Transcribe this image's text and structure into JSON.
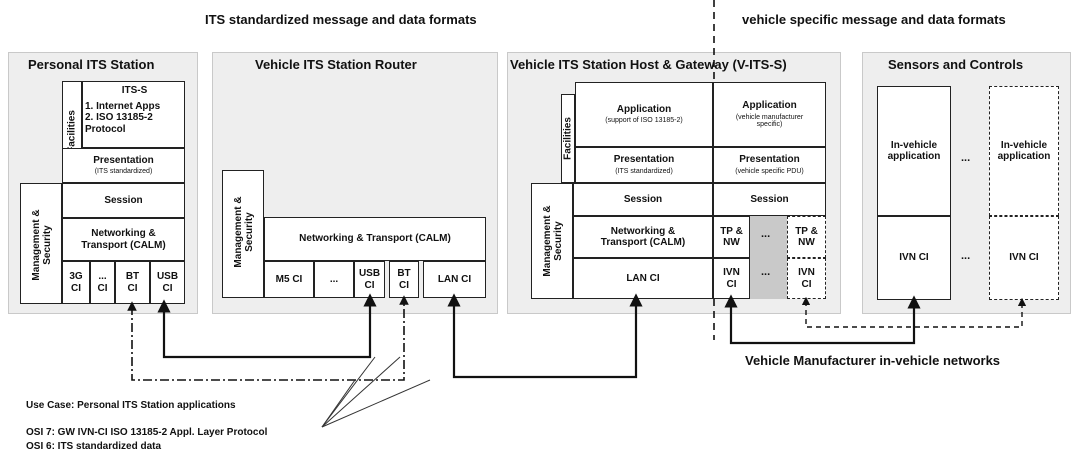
{
  "headers": {
    "left": "ITS standardized message and data formats",
    "right": "vehicle specific message and data formats"
  },
  "personal": {
    "title": "Personal ITS Station",
    "mgmt": "Management & Security",
    "facilities": "Facilities",
    "its_s": "ITS-S",
    "apps_line1": "1. Internet Apps",
    "apps_line2": "2. ISO 13185-2",
    "apps_line3": "Protocol",
    "presentation": "Presentation",
    "presentation_sub": "(ITS standardized)",
    "session": "Session",
    "networking_line1": "Networking &",
    "networking_line2": "Transport (CALM)",
    "ci": [
      {
        "top": "3G",
        "bottom": "CI"
      },
      {
        "top": "...",
        "bottom": "CI"
      },
      {
        "top": "BT",
        "bottom": "CI"
      },
      {
        "top": "USB",
        "bottom": "CI"
      }
    ]
  },
  "router": {
    "title": "Vehicle ITS Station Router",
    "mgmt": "Management & Security",
    "networking": "Networking & Transport (CALM)",
    "m5": "M5 CI",
    "dots": "...",
    "usb_top": "USB",
    "usb_bottom": "CI",
    "bt_top": "BT",
    "bt_bottom": "CI",
    "lan": "LAN CI"
  },
  "host": {
    "title": "Vehicle ITS Station Host & Gateway (V-ITS-S)",
    "mgmt": "Management & Security",
    "facilities": "Facilities",
    "app_left": "Application",
    "app_left_sub": "(support of ISO 13185-2)",
    "app_right": "Application",
    "app_right_sub_line1": "(vehicle manufacturer",
    "app_right_sub_line2": "specific)",
    "pres_left": "Presentation",
    "pres_left_sub": "(ITS standardized)",
    "pres_right": "Presentation",
    "pres_right_sub": "(vehicle specific PDU)",
    "session_left": "Session",
    "session_right": "Session",
    "networking_line1": "Networking &",
    "networking_line2": "Transport (CALM)",
    "tp_top": "TP &",
    "tp_bottom": "NW",
    "dots": "...",
    "tp2_top": "TP &",
    "tp2_bottom": "NW",
    "lan": "LAN CI",
    "ivn_top": "IVN",
    "ivn_bottom": "CI",
    "ivn2_top": "IVN",
    "ivn2_bottom": "CI"
  },
  "sensors": {
    "title": "Sensors and Controls",
    "app1_line1": "In-vehicle",
    "app1_line2": "application",
    "app2_line1": "In-vehicle",
    "app2_line2": "application",
    "ivn1": "IVN CI",
    "ivn2": "IVN CI",
    "dots": "..."
  },
  "networks_label": "Vehicle Manufacturer in-vehicle networks",
  "legend": {
    "use_case": "Use Case: Personal ITS Station applications",
    "osi7": "OSI 7: GW IVN-CI ISO 13185-2 Appl. Layer Protocol",
    "osi6": "OSI 6: ITS standardized data"
  }
}
